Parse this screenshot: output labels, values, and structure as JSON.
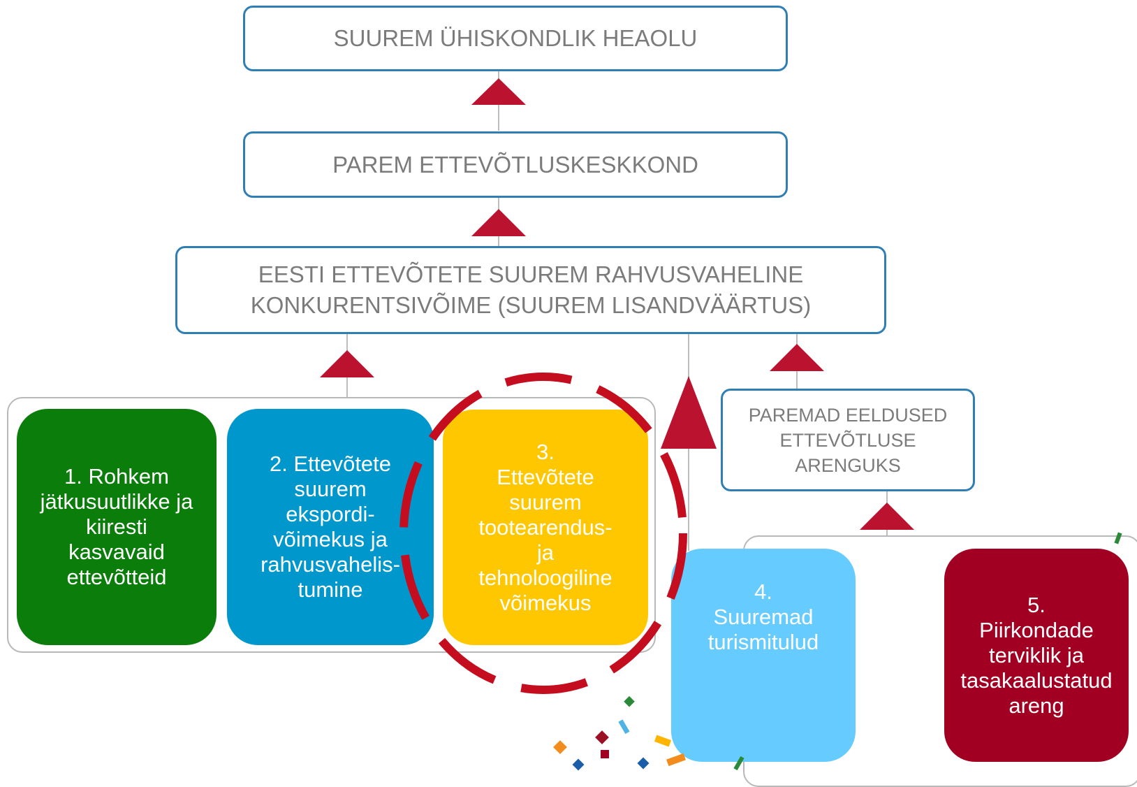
{
  "diagram": {
    "colors": {
      "border": "#2f7fb5",
      "arrow": "#bb1230",
      "green": "#0a7d0a",
      "blue": "#0097cc",
      "yellow": "#ffc700",
      "light_blue": "#66ccff",
      "dark_red": "#a10022",
      "circle": "#c40d1e"
    },
    "top_box": {
      "label": "SUUREM ÜHISKONDLIK HEAOLU"
    },
    "second_box": {
      "label": "PAREM ETTEVÕTLUSKESKKOND"
    },
    "third_box": {
      "label": "EESTI ETTEVÕTETE SUUREM RAHVUSVAHELINE\nKONKURENTSIVÕIME (SUUREM LISANDVÄÄRTUS)"
    },
    "side_box": {
      "label": "PAREMAD EELDUSED\nETTEVÕTLUSE\nARENGUKS"
    },
    "cards": [
      {
        "label": "1. Rohkem\njätkusuutlikke ja\nkiiresti\nkasvavaid\nettevõtteid"
      },
      {
        "label": "2. Ettevõtete\nsuurem\nekspordi-\nvõimekus ja\nrahvusvahelis-\ntumine"
      },
      {
        "label": "3.\nEttevõtete\nsuurem\ntootearendus-\nja\ntehnoloogiline\nvõimekus"
      },
      {
        "label": "4.\nSuuremad\nturismitulud"
      },
      {
        "label": "5.\nPiirkondade\nterviklik ja\ntasakaalustatud\nareng"
      }
    ]
  }
}
